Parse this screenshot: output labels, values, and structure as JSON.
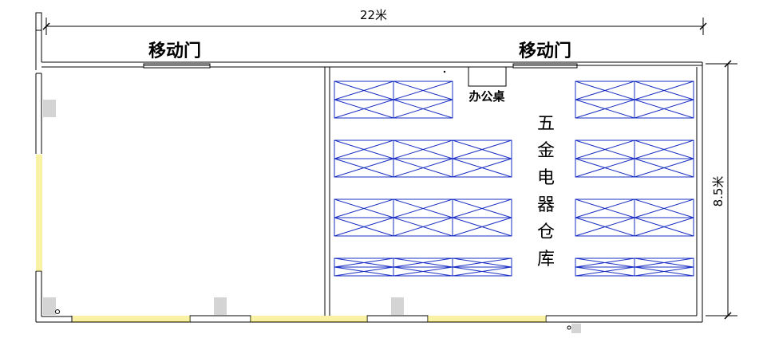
{
  "dimensions": {
    "width_label": "22米",
    "width_m": 22,
    "depth_label": "8.5米",
    "depth_m": 8.5
  },
  "labels": {
    "door_left": "移动门",
    "door_right": "移动门",
    "office_desk": "办公桌",
    "area_name": "五金电器仓库"
  },
  "colors": {
    "wall": "#000000",
    "shelf": "#1a2fc4",
    "window": "#f3e64a",
    "column": "#d4d4d4"
  },
  "shelving": {
    "left_block_rows": [
      2,
      3,
      3,
      3
    ],
    "right_block_rows": [
      2,
      2,
      2,
      2
    ],
    "cells_per_unit": 2
  }
}
